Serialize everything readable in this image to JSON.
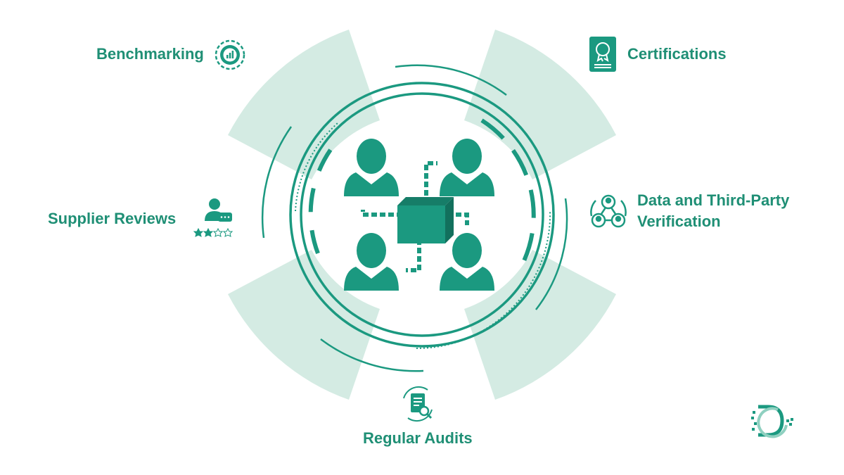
{
  "colors": {
    "primary": "#1b9980",
    "text": "#1f8f75",
    "sector_fill": "#d4ebe3"
  },
  "center": {
    "icon": "people-network-cube-icon"
  },
  "items": [
    {
      "id": "benchmarking",
      "label": "Benchmarking",
      "icon": "gear-chart-icon"
    },
    {
      "id": "certifications",
      "label": "Certifications",
      "icon": "certificate-ribbon-icon"
    },
    {
      "id": "data_verification",
      "label_lines": [
        "Data and Third-Party",
        "Verification"
      ],
      "icon": "user-network-icon"
    },
    {
      "id": "supplier_reviews",
      "label": "Supplier Reviews",
      "icon": "user-rating-stars-icon"
    },
    {
      "id": "regular_audits",
      "label": "Regular Audits",
      "icon": "document-search-icon"
    }
  ],
  "logo": {
    "icon": "dg-logo-icon"
  }
}
